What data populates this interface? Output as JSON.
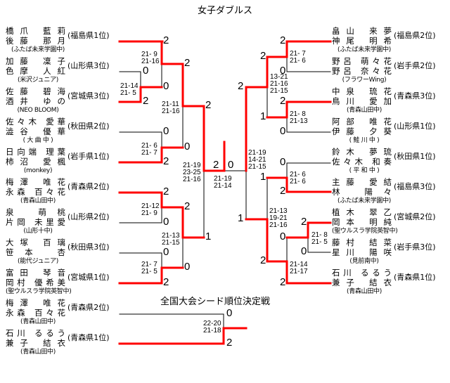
{
  "title": "女子ダブルス",
  "subtitle": "全国大会シード順位決定戦",
  "colors": {
    "winner": "#ff0000",
    "line": "#000000"
  },
  "left_entries": [
    {
      "p1": "橋爪 藍莉",
      "p2": "後藤 那月",
      "school": "(ふたば未来学園中)",
      "pref": "(福島県1位)"
    },
    {
      "p1": "加藤 凜子",
      "p2": "色摩 人紅",
      "school": "(米沢ジュニア)",
      "pref": "(山形県3位)"
    },
    {
      "p1": "佐藤 碧海",
      "p2": "酒井 ゆの",
      "school": "(NEO BLOOM)",
      "pref": "(宮城県3位)"
    },
    {
      "p1": "佐々木 愛華",
      "p2": "澁谷 優華",
      "school": "( 大 曲 中 )",
      "pref": "(秋田県2位)"
    },
    {
      "p1": "日向端 理葉",
      "p2": "柿沼 愛楓",
      "school": "(monkey)",
      "pref": "(岩手県1位)"
    },
    {
      "p1": "梅澤 唯花",
      "p2": "永森 百々花",
      "school": "(青森山田中)",
      "pref": "(青森県2位)"
    },
    {
      "p1": "泉 萌桃",
      "p2": "片岡 未里愛",
      "school": "(山形十中)",
      "pref": "(山形県2位)"
    },
    {
      "p1": "大塚 百璃",
      "p2": "笹本 杏",
      "school": "(能代ジュニア)",
      "pref": "(秋田県3位)"
    },
    {
      "p1": "富田 琴音",
      "p2": "岡村 優希美",
      "school": "(聖ウルスラ学院英智中)",
      "pref": "(宮城県1位)"
    },
    {
      "p1": "梅澤 唯花",
      "p2": "永森 百々花",
      "school": "(青森山田中)",
      "pref": "(青森県2位)"
    },
    {
      "p1": "石川 るるう",
      "p2": "兼子 結衣",
      "school": "(青森山田中)",
      "pref": "(青森県1位)"
    }
  ],
  "right_entries": [
    {
      "p1": "畠山 来夢",
      "p2": "神尾 明希",
      "school": "(ふたば未来学園中)",
      "pref": "(福島県2位)"
    },
    {
      "p1": "野呂 萌々花",
      "p2": "野呂 奈々花",
      "school": "(フラワーWing)",
      "pref": "(岩手県2位)"
    },
    {
      "p1": "中泉 琉花",
      "p2": "鳥川 愛加",
      "school": "(青森山田中)",
      "pref": "(青森県3位)"
    },
    {
      "p1": "阿部 唯花",
      "p2": "伊藤 夕葵",
      "school": "( 鮭 川 中 )",
      "pref": "(山形県1位)"
    },
    {
      "p1": "鈴木 夢琉",
      "p2": "佐々木 和奏",
      "school": "( 平 和 中 )",
      "pref": "(秋田県1位)"
    },
    {
      "p1": "主藤 愛結",
      "p2": "林 陽々",
      "school": "(ふたば未来学園中)",
      "pref": "(福島県3位)"
    },
    {
      "p1": "植木 翠乙",
      "p2": "岡本 明純",
      "school": "(聖ウルスラ学院英智中)",
      "pref": "(宮城県2位)"
    },
    {
      "p1": "藤村 結菜",
      "p2": "星川 陽咲",
      "school": "(見前南中)",
      "pref": "(岩手県3位)"
    },
    {
      "p1": "石川 るるう",
      "p2": "兼子 結衣",
      "school": "(青森山田中)",
      "pref": "(青森県1位)"
    }
  ],
  "set_counts": [
    "2",
    "0",
    "2",
    "0",
    "0",
    "2",
    "2",
    "0",
    "2",
    "1",
    "2",
    "0",
    "0",
    "2",
    "2",
    "0",
    "2",
    "0",
    "2",
    "0",
    "2",
    "0",
    "2",
    "1",
    "2",
    "1",
    "0",
    "2",
    "2",
    "0",
    "1",
    "0",
    "2",
    "2",
    "0",
    "2"
  ],
  "game_scores": [
    "21- 9\n21-16",
    "21-14\n21- 5",
    "21- 6\n21- 7",
    "21-11\n21-16",
    "21-19\n23-25\n21-16",
    "21-19\n21-14",
    "21-12\n21- 9",
    "21- 7\n21- 5",
    "21-13\n21-15",
    "22-20\n21-18",
    "21- 7\n21- 6",
    "21- 8\n21-13",
    "13-21\n21-16\n21-15",
    "21-19\n14-21\n21-15",
    "21- 6\n21- 6",
    "21- 8\n21- 5",
    "21-14\n21-17",
    "21-13\n19-21\n21-16"
  ]
}
